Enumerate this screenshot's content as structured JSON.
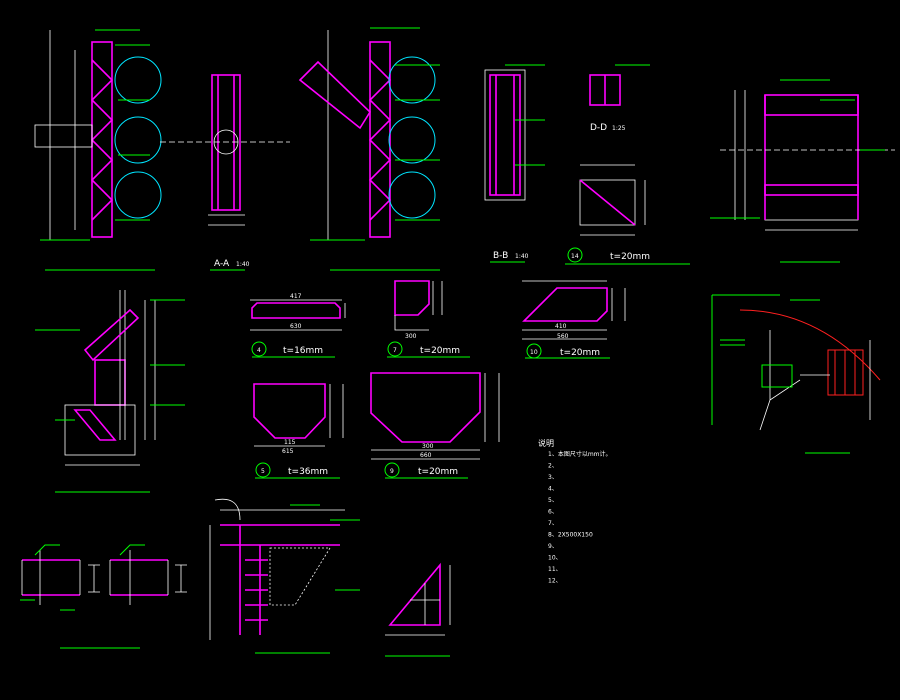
{
  "titles": {
    "aa": "A-A",
    "aa_scale": "1:40",
    "bb": "B-B",
    "bb_scale": "1:40",
    "dd": "D-D",
    "dd_scale": "1:25",
    "p14_no": "14",
    "p14": "t=20mm",
    "p4_no": "4",
    "p4": "t=16mm",
    "p7_no": "7",
    "p7": "t=20mm",
    "p10_no": "10",
    "p10": "t=20mm",
    "p5_no": "5",
    "p5": "t=36mm",
    "p9_no": "9",
    "p9": "t=20mm"
  },
  "dims": {
    "p4_total": "630",
    "p4_top": "417",
    "p7_total": "300",
    "p10_total": "560",
    "p10_bottom": "410",
    "p5_total": "615",
    "p5_mid": "115",
    "p9_total": "660",
    "p9_mid": "300"
  },
  "notes": {
    "header": "说明",
    "items": [
      "1、本图尺寸以mm计。",
      "2、",
      "3、",
      "4、",
      "5、",
      "6、",
      "7、",
      "8、2X500X150",
      "9、",
      "10、",
      "11、",
      "12、"
    ]
  },
  "colors": {
    "background": "#000000",
    "steel": "#ff00ff",
    "pipe": "#00e5ff",
    "title_line": "#00ff00",
    "dim": "#ffffff"
  }
}
